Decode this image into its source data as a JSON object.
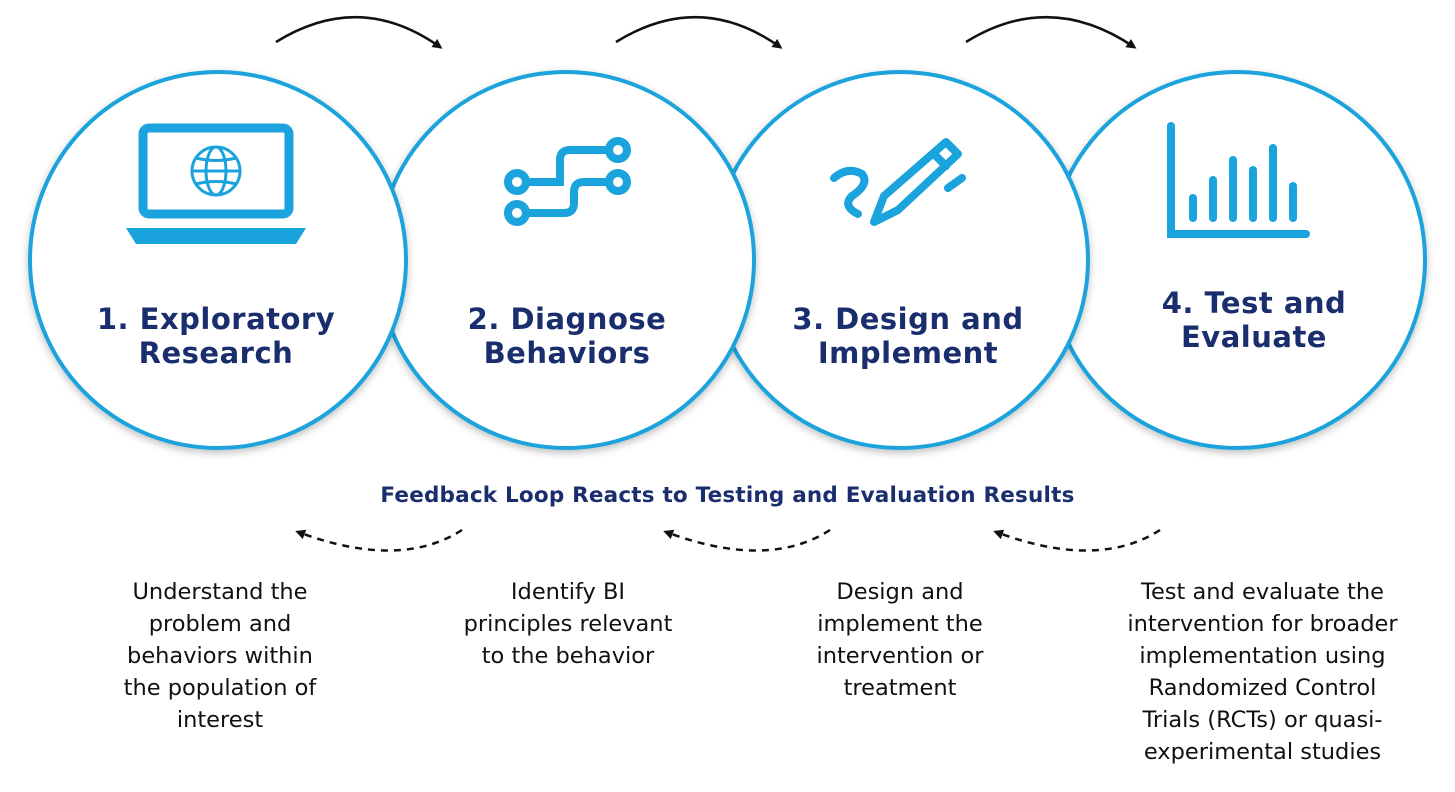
{
  "steps": [
    {
      "title": "1. Exploratory\nResearch",
      "icon": "laptop-globe-icon",
      "description": "Understand the\nproblem and\nbehaviors within\nthe population of\ninterest"
    },
    {
      "title": "2. Diagnose\nBehaviors",
      "icon": "circuit-nodes-icon",
      "description": "Identify BI\nprinciples relevant\nto the behavior"
    },
    {
      "title": "3. Design and\nImplement",
      "icon": "pen-scribble-icon",
      "description": "Design and\nimplement the\nintervention or\ntreatment"
    },
    {
      "title": "4. Test and\nEvaluate",
      "icon": "bar-chart-icon",
      "description": "Test and evaluate the\nintervention for broader\nimplementation using\nRandomized Control\nTrials (RCTs) or quasi-\nexperimental studies"
    }
  ],
  "feedback_label": "Feedback Loop Reacts to Testing and Evaluation Results",
  "colors": {
    "circle_stroke": "#1aa3dc",
    "icon": "#1aa3dc",
    "title": "#1a2e6e",
    "text": "#111111"
  }
}
